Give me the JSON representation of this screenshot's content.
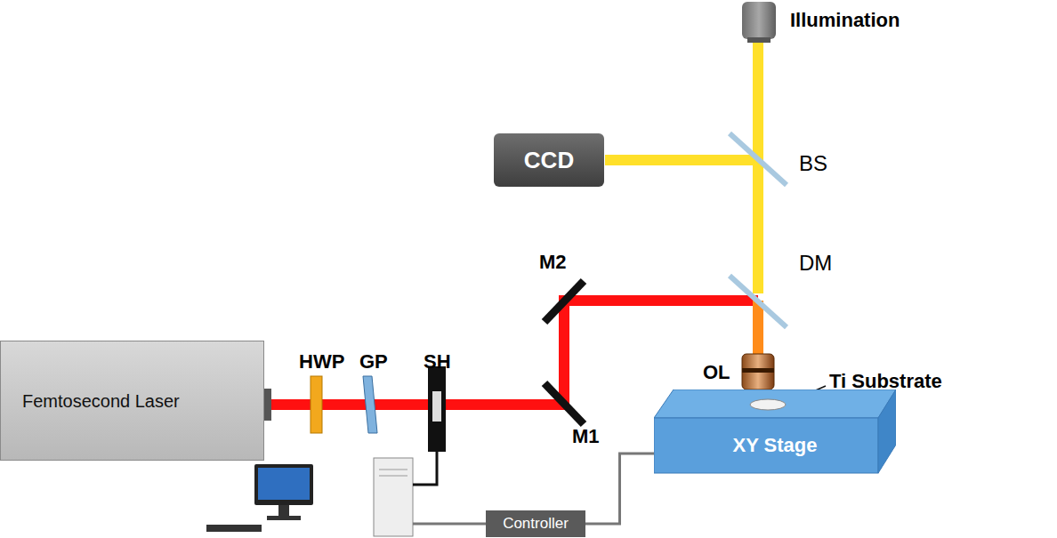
{
  "diagram": {
    "nodes": [
      {
        "text": [
          "Femtosecond Laser"
        ]
      },
      {
        "text": [
          "CCD"
        ]
      },
      {
        "text": [
          "XY Stage"
        ]
      },
      {
        "text": [
          "Controller"
        ]
      }
    ],
    "edges": [
      {
        "from": 3,
        "to": 2,
        "arrow": "none"
      }
    ],
    "labels": [
      "Illumination",
      "BS",
      "DM",
      "M2",
      "HWP",
      "GP",
      "SH",
      "M1",
      "OL",
      "Ti Substrate"
    ]
  }
}
